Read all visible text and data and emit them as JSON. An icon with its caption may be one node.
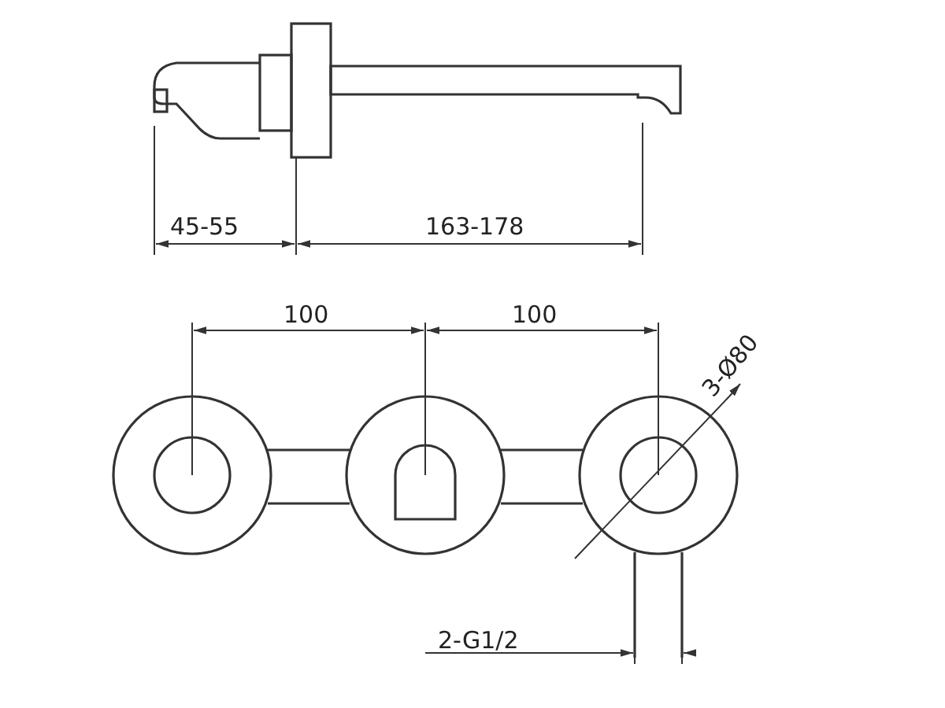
{
  "diagram": {
    "labels": [
      "45-55",
      "163-178",
      "100",
      "100",
      "3-Ø80",
      "2-G1/2"
    ]
  }
}
